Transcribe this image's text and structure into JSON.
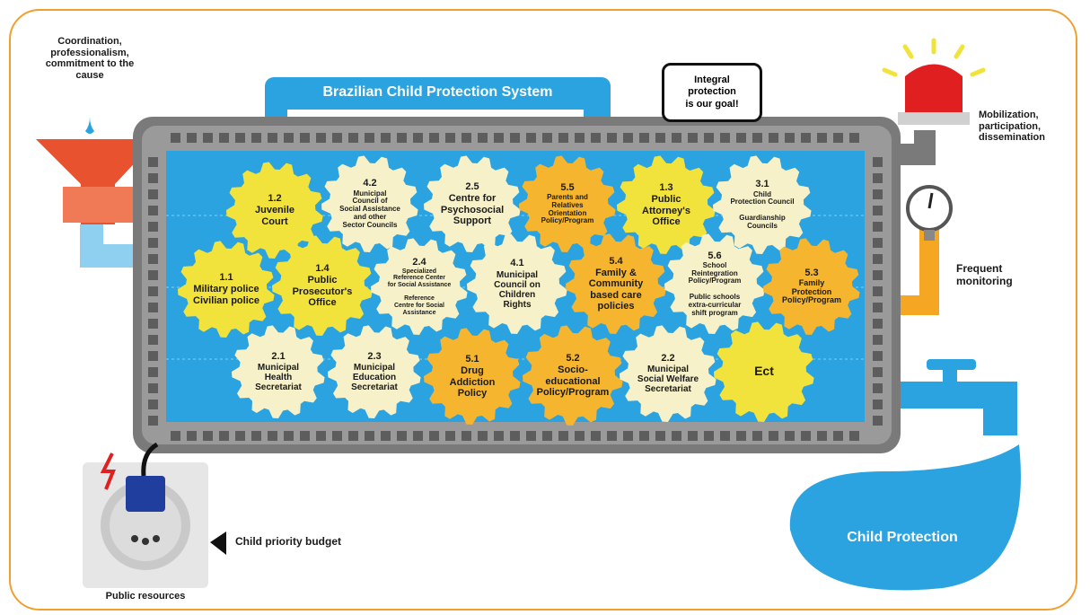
{
  "title": "Brazilian Child Protection System",
  "goal": "Integral\nprotection\nis our goal!",
  "labels": {
    "coordination": "Coordination,\nprofessionalism,\ncommitment to the\ncause",
    "mobilization": "Mobilization,\nparticipation,\ndissemination",
    "monitoring": "Frequent\nmonitoring",
    "budget": "Child priority budget",
    "resources": "Public resources",
    "protection": "Child Protection"
  },
  "colors": {
    "frame": "#f0a030",
    "blue": "#2aa3e0",
    "gray": "#888888",
    "gear_yellow": "#f2e23c",
    "gear_orange": "#f5b52e",
    "gear_cream": "#f6f1c8",
    "funnel": "#e8522f",
    "siren": "#e02020"
  },
  "gears": [
    {
      "num": "1.2",
      "label": "Juvenile\nCourt",
      "color": "yellow"
    },
    {
      "num": "4.2",
      "label": "Municipal\nCouncil of\nSocial Assistance\nand other\nSector Councils",
      "color": "cream"
    },
    {
      "num": "2.5",
      "label": "Centre for\nPsychosocial\nSupport",
      "color": "cream"
    },
    {
      "num": "5.5",
      "label": "Parents and\nRelatives\nOrientation\nPolicy/Program",
      "color": "orange"
    },
    {
      "num": "1.3",
      "label": "Public\nAttorney's\nOffice",
      "color": "yellow"
    },
    {
      "num": "3.1",
      "label": "Child\nProtection Council\n\nGuardianship\nCouncils",
      "color": "cream"
    },
    {
      "num": "1.1",
      "label": "Military police\nCivilian police",
      "color": "yellow"
    },
    {
      "num": "1.4",
      "label": "Public\nProsecutor's\nOffice",
      "color": "yellow"
    },
    {
      "num": "2.4",
      "label": "Specialized\nReference Center\nfor Social Assistance\n\nReference\nCentre for Social\nAssistance",
      "color": "cream"
    },
    {
      "num": "4.1",
      "label": "Municipal\nCouncil on\nChildren\nRights",
      "color": "cream"
    },
    {
      "num": "5.4",
      "label": "Family &\nCommunity\nbased care\npolicies",
      "color": "orange"
    },
    {
      "num": "5.6",
      "label": "School\nReintegration\nPolicy/Program\n\nPublic schools\nextra-curricular\nshift program",
      "color": "cream"
    },
    {
      "num": "5.3",
      "label": "Family\nProtection\nPolicy/Program",
      "color": "orange"
    },
    {
      "num": "2.1",
      "label": "Municipal\nHealth\nSecretariat",
      "color": "cream"
    },
    {
      "num": "2.3",
      "label": "Municipal\nEducation\nSecretariat",
      "color": "cream"
    },
    {
      "num": "5.1",
      "label": "Drug\nAddiction\nPolicy",
      "color": "orange"
    },
    {
      "num": "5.2",
      "label": "Socio-\neducational\nPolicy/Program",
      "color": "orange"
    },
    {
      "num": "2.2",
      "label": "Municipal\nSocial Welfare\nSecretariat",
      "color": "cream"
    },
    {
      "num": "",
      "label": "Ect",
      "color": "yellow"
    }
  ]
}
